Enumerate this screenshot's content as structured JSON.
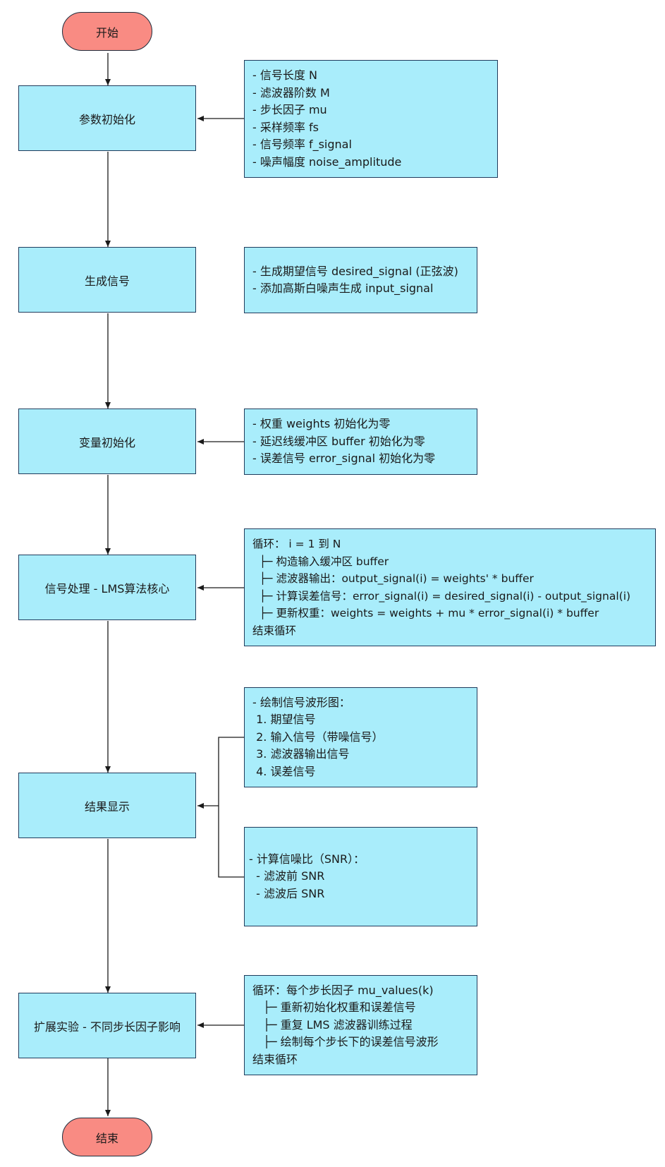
{
  "flowchart": {
    "start": "开始",
    "end": "结束",
    "steps": [
      {
        "label": "参数初始化",
        "notes": [
          [
            "- 信号长度 N",
            "- 滤波器阶数 M",
            "- 步长因子 mu",
            "- 采样频率 fs",
            "- 信号频率 f_signal",
            "- 噪声幅度 noise_amplitude"
          ]
        ]
      },
      {
        "label": "生成信号",
        "notes": [
          [
            "- 生成期望信号 desired_signal (正弦波)",
            "- 添加高斯白噪声生成 input_signal"
          ]
        ]
      },
      {
        "label": "变量初始化",
        "notes": [
          [
            "- 权重 weights 初始化为零",
            "- 延迟线缓冲区 buffer 初始化为零",
            "- 误差信号 error_signal 初始化为零"
          ]
        ]
      },
      {
        "label": "信号处理 - LMS算法核心",
        "notes": [
          [
            "循环： i = 1 到 N",
            "  ├─ 构造输入缓冲区 buffer",
            "  ├─ 滤波器输出：output_signal(i) = weights' * buffer",
            "  ├─ 计算误差信号：error_signal(i) = desired_signal(i) - output_signal(i)",
            "  ├─ 更新权重：weights = weights + mu * error_signal(i) * buffer",
            "结束循环"
          ]
        ]
      },
      {
        "label": "结果显示",
        "notes": [
          [
            "- 绘制信号波形图：",
            " 1. 期望信号",
            " 2. 输入信号（带噪信号）",
            " 3. 滤波器输出信号",
            " 4. 误差信号"
          ],
          [
            "- 计算信噪比（SNR）：",
            "  - 滤波前 SNR",
            "  - 滤波后 SNR"
          ]
        ]
      },
      {
        "label": "扩展实验 - 不同步长因子影响",
        "notes": [
          [
            "循环：每个步长因子 mu_values(k)",
            "   ├─ 重新初始化权重和误差信号",
            "   ├─ 重复 LMS 滤波器训练过程",
            "   ├─ 绘制每个步长下的误差信号波形",
            "结束循环"
          ]
        ]
      }
    ]
  },
  "colors": {
    "terminal_fill": "#f98b83",
    "box_fill": "#a9edfb",
    "stroke": "#1f2d3d"
  }
}
